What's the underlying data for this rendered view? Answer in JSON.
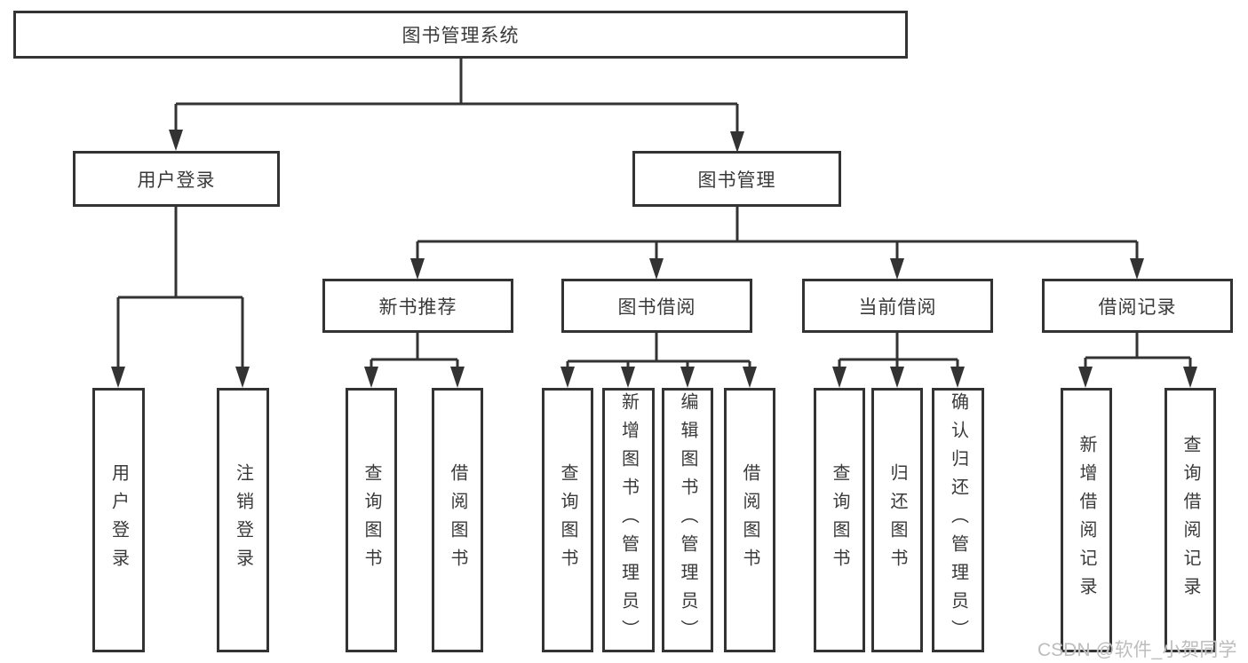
{
  "diagram": {
    "type": "hierarchy-tree",
    "orientation": "top-down"
  },
  "hierarchy": {
    "label": "图书管理系统",
    "children": [
      {
        "label": "用户登录",
        "children": [
          {
            "label": "用户登录"
          },
          {
            "label": "注销登录"
          }
        ]
      },
      {
        "label": "图书管理",
        "children": [
          {
            "label": "新书推荐",
            "children": [
              {
                "label": "查询图书"
              },
              {
                "label": "借阅图书"
              }
            ]
          },
          {
            "label": "图书借阅",
            "children": [
              {
                "label": "查询图书"
              },
              {
                "label": "新增图书（管理员）"
              },
              {
                "label": "编辑图书（管理员）"
              },
              {
                "label": "借阅图书"
              }
            ]
          },
          {
            "label": "当前借阅",
            "children": [
              {
                "label": "查询图书"
              },
              {
                "label": "归还图书"
              },
              {
                "label": "确认归还（管理员）"
              }
            ]
          },
          {
            "label": "借阅记录",
            "children": [
              {
                "label": "新增借阅记录"
              },
              {
                "label": "查询借阅记录"
              }
            ]
          }
        ]
      }
    ]
  },
  "watermark": {
    "text": "CSDN @软件_小贺同学"
  },
  "colors": {
    "line": "#333333",
    "box_border": "#333333",
    "box_fill": "#ffffff",
    "text": "#3a3a3a",
    "watermark": "#bdbdbd",
    "background": "#ffffff"
  }
}
